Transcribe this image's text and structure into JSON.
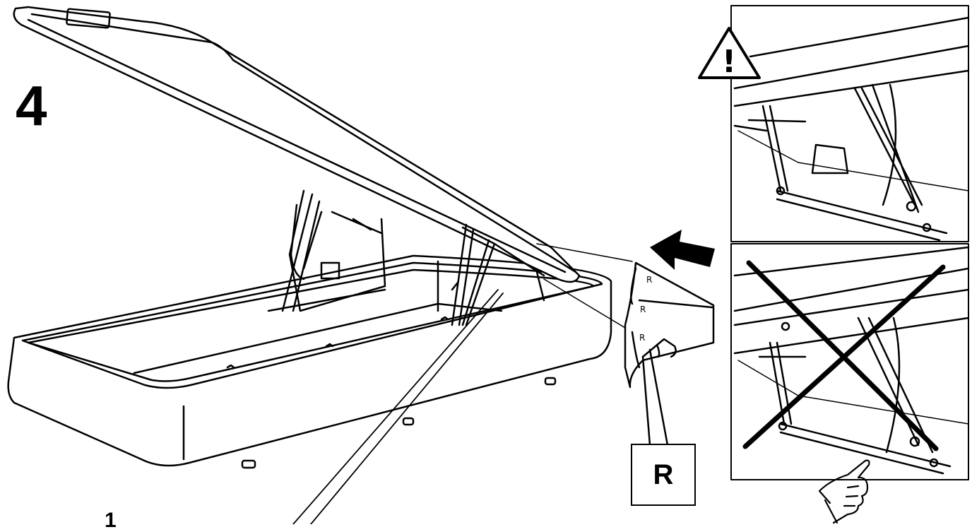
{
  "step": {
    "number": "4"
  },
  "detail": {
    "part_label": "R",
    "callout_label": "R"
  },
  "warning": {
    "symbol": "!"
  },
  "bottom_fragment": "1",
  "icons": [
    "warning-triangle-icon",
    "arrow-left-icon",
    "cross-mark-icon",
    "pointing-hand-icon"
  ]
}
